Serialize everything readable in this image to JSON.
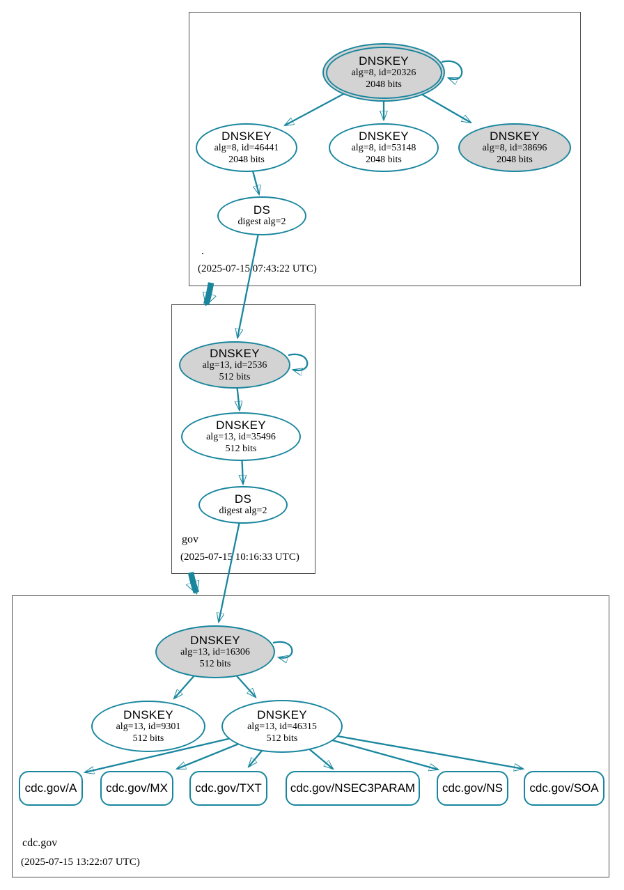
{
  "colors": {
    "accent": "#19869e",
    "node_fill": "#ffffff",
    "ksk_fill": "#d3d3d3",
    "box_border": "#4d4d4d",
    "background": "#ffffff"
  },
  "zones": [
    {
      "label": ".",
      "timestamp": "(2025-07-15 07:43:22 UTC)",
      "nodes": [
        {
          "title": "DNSKEY",
          "detail1": "alg=8, id=20326",
          "detail2": "2048 bits"
        },
        {
          "title": "DNSKEY",
          "detail1": "alg=8, id=46441",
          "detail2": "2048 bits"
        },
        {
          "title": "DNSKEY",
          "detail1": "alg=8, id=53148",
          "detail2": "2048 bits"
        },
        {
          "title": "DNSKEY",
          "detail1": "alg=8, id=38696",
          "detail2": "2048 bits"
        },
        {
          "title": "DS",
          "detail1": "digest alg=2"
        }
      ]
    },
    {
      "label": "gov",
      "timestamp": "(2025-07-15 10:16:33 UTC)",
      "nodes": [
        {
          "title": "DNSKEY",
          "detail1": "alg=13, id=2536",
          "detail2": "512 bits"
        },
        {
          "title": "DNSKEY",
          "detail1": "alg=13, id=35496",
          "detail2": "512 bits"
        },
        {
          "title": "DS",
          "detail1": "digest alg=2"
        }
      ]
    },
    {
      "label": "cdc.gov",
      "timestamp": "(2025-07-15 13:22:07 UTC)",
      "nodes": [
        {
          "title": "DNSKEY",
          "detail1": "alg=13, id=16306",
          "detail2": "512 bits"
        },
        {
          "title": "DNSKEY",
          "detail1": "alg=13, id=9301",
          "detail2": "512 bits"
        },
        {
          "title": "DNSKEY",
          "detail1": "alg=13, id=46315",
          "detail2": "512 bits"
        }
      ],
      "rrsets": [
        "cdc.gov/A",
        "cdc.gov/MX",
        "cdc.gov/TXT",
        "cdc.gov/NSEC3PARAM",
        "cdc.gov/NS",
        "cdc.gov/SOA"
      ]
    }
  ]
}
